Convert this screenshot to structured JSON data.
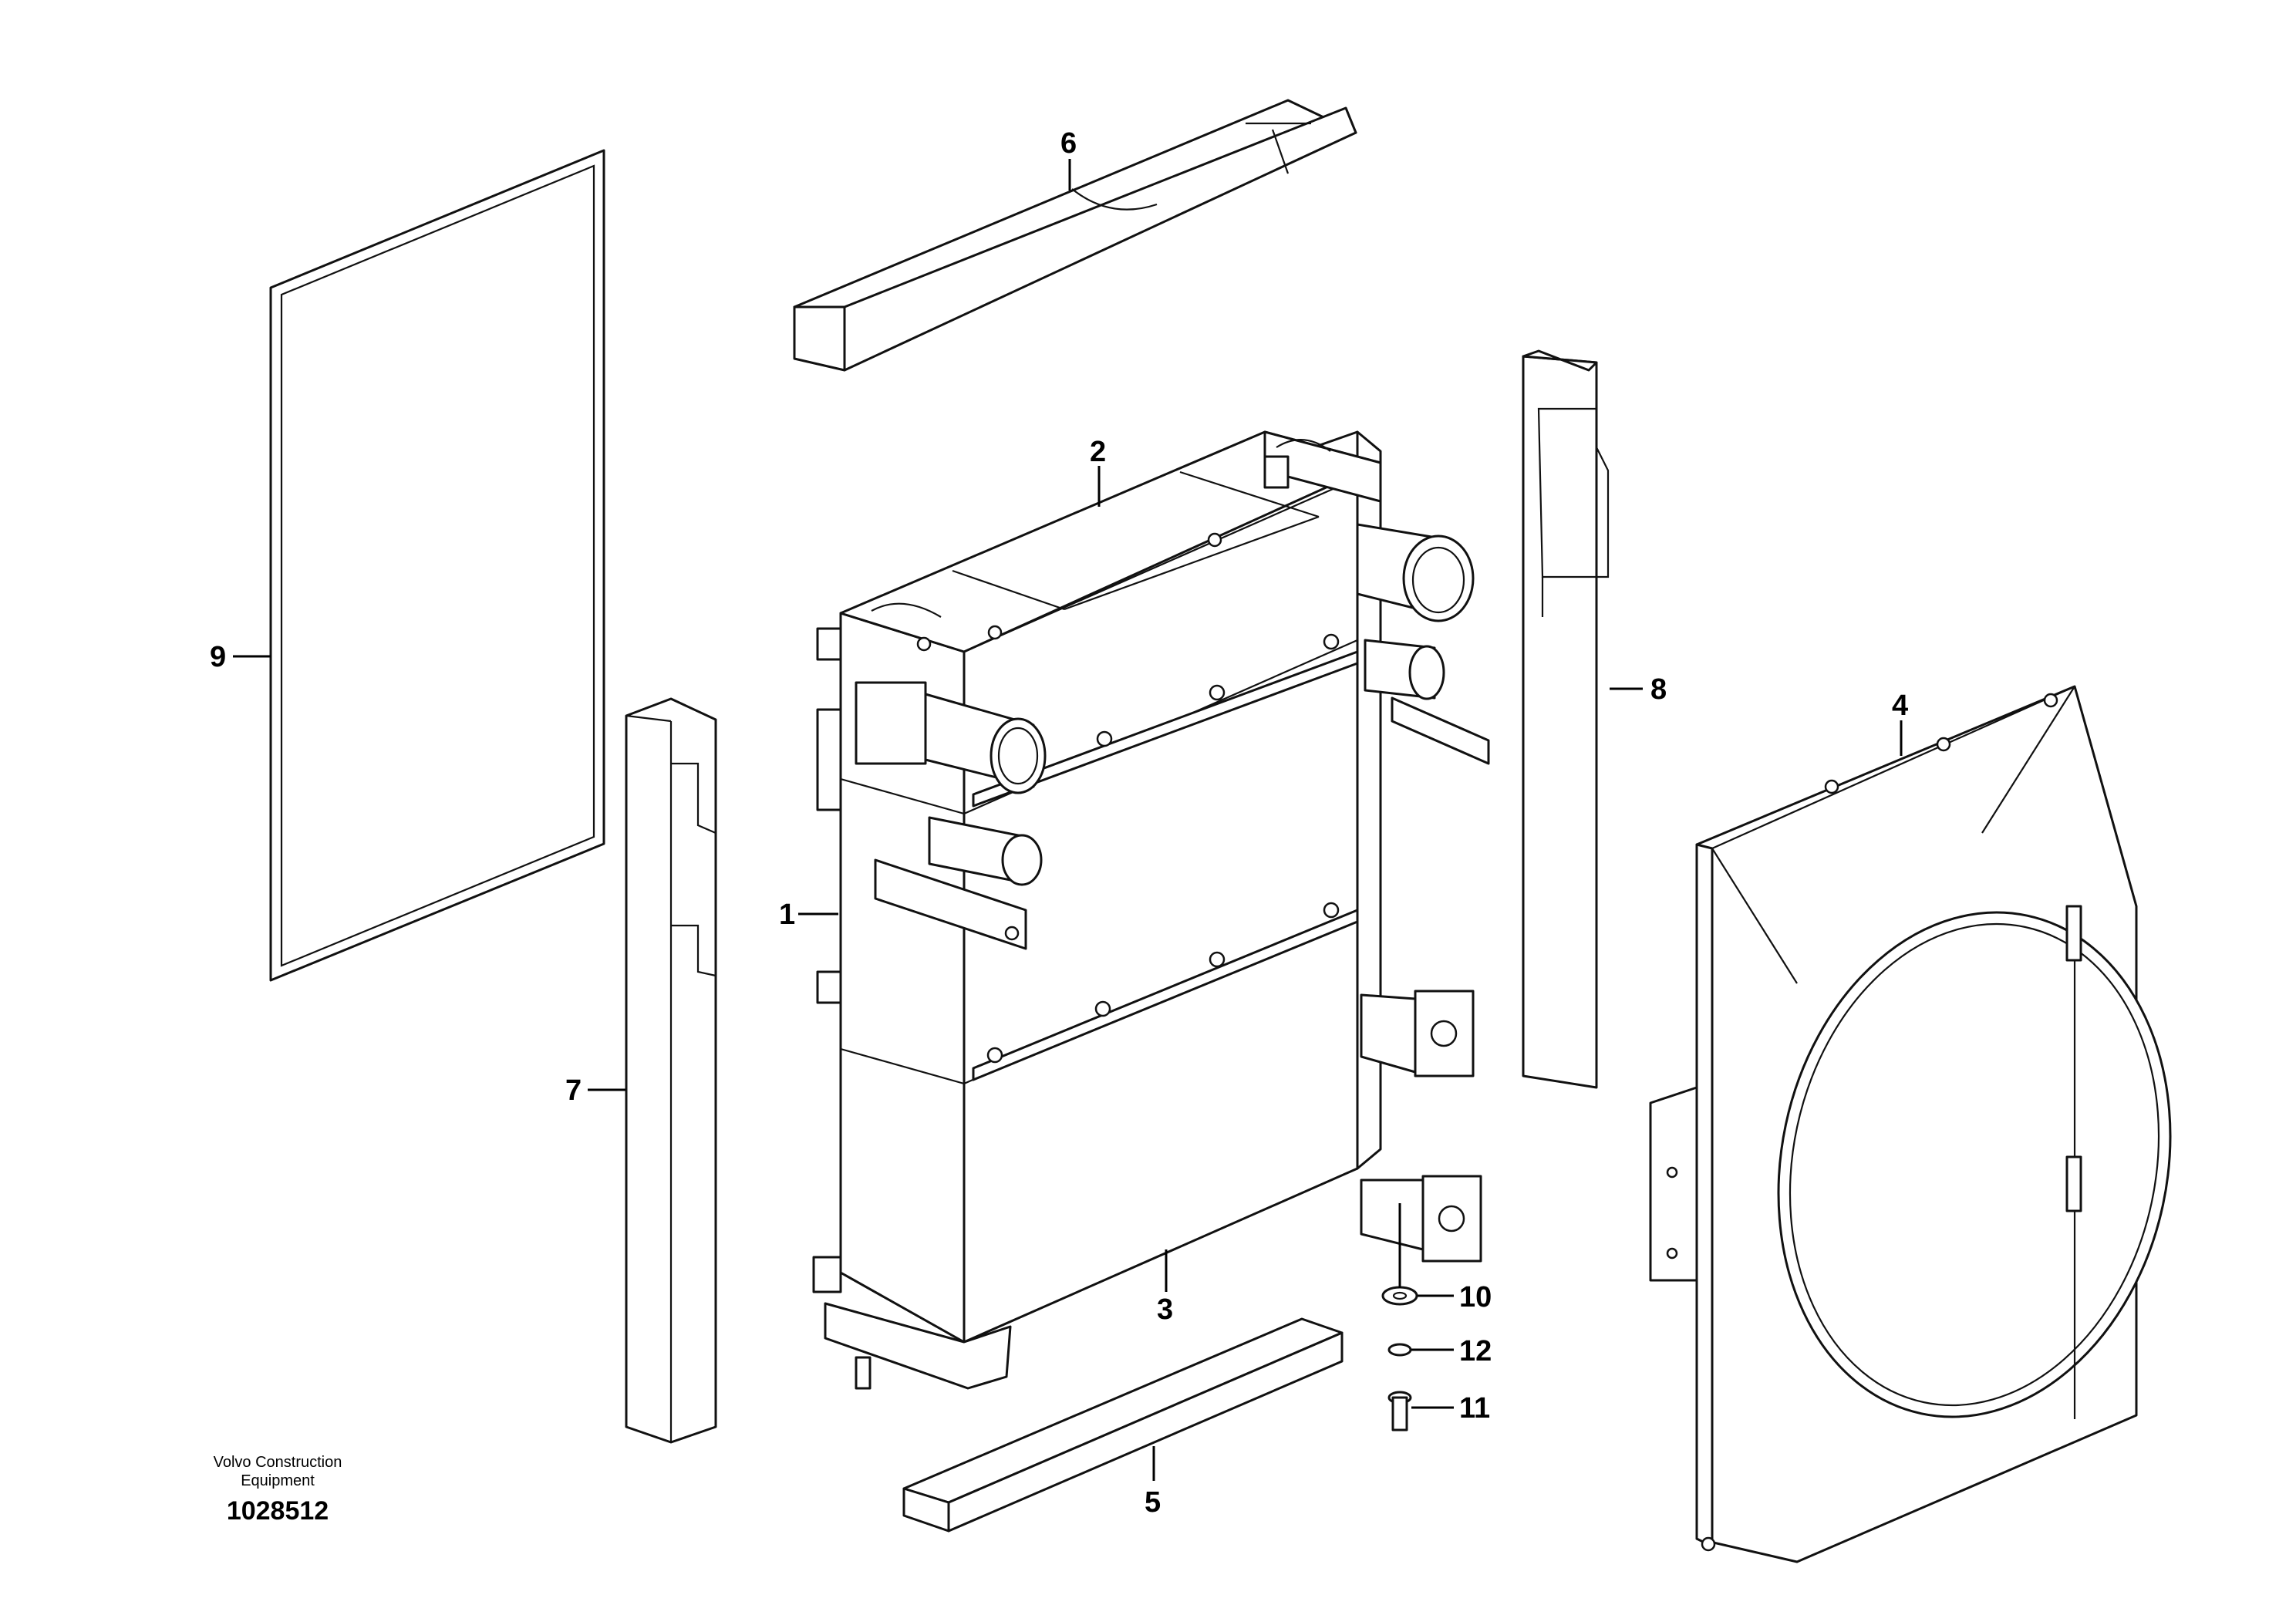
{
  "diagram": {
    "manufacturer": "Volvo Construction Equipment",
    "drawing_number": "1028512",
    "callouts": [
      {
        "id": "c1",
        "label": "1"
      },
      {
        "id": "c2",
        "label": "2"
      },
      {
        "id": "c3",
        "label": "3"
      },
      {
        "id": "c4",
        "label": "4"
      },
      {
        "id": "c5",
        "label": "5"
      },
      {
        "id": "c6",
        "label": "6"
      },
      {
        "id": "c7",
        "label": "7"
      },
      {
        "id": "c8",
        "label": "8"
      },
      {
        "id": "c9",
        "label": "9"
      },
      {
        "id": "c10",
        "label": "10"
      },
      {
        "id": "c11",
        "label": "11"
      },
      {
        "id": "c12",
        "label": "12"
      }
    ]
  }
}
